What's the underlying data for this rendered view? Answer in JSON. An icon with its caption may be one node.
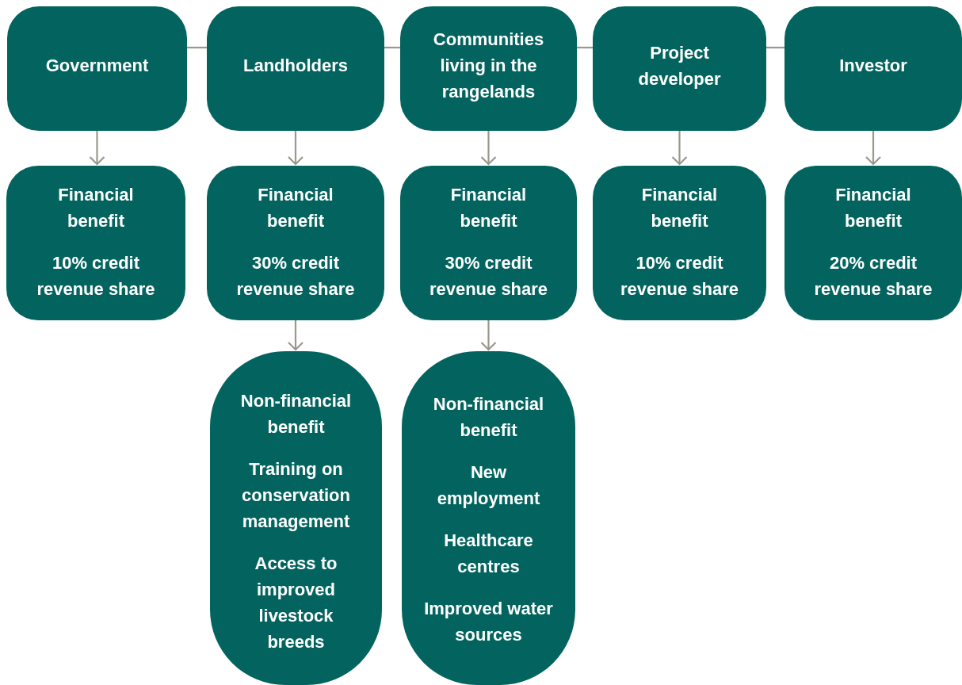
{
  "diagram": {
    "nodes": [
      {
        "text": [
          "Government"
        ]
      },
      {
        "text": [
          "Landholders"
        ]
      },
      {
        "text": [
          "Communities living in the rangelands"
        ]
      },
      {
        "text": [
          "Project developer"
        ]
      },
      {
        "text": [
          "Investor"
        ]
      },
      {
        "text": [
          "Financial benefit",
          "10% credit revenue share"
        ]
      },
      {
        "text": [
          "Financial benefit",
          "30% credit revenue share"
        ]
      },
      {
        "text": [
          "Financial benefit",
          "30% credit revenue share"
        ]
      },
      {
        "text": [
          "Financial benefit",
          "10% credit revenue share"
        ]
      },
      {
        "text": [
          "Financial benefit",
          "20% credit revenue share"
        ]
      },
      {
        "text": [
          "Non-financial benefit",
          "Training on conservation management",
          "Access to improved livestock breeds"
        ]
      },
      {
        "text": [
          "Non-financial benefit",
          "New employment",
          "Healthcare centres",
          "Improved water sources"
        ]
      }
    ],
    "edges": [
      {
        "from": 0,
        "to": 1,
        "arrow": "none"
      },
      {
        "from": 1,
        "to": 2,
        "arrow": "none"
      },
      {
        "from": 2,
        "to": 3,
        "arrow": "none"
      },
      {
        "from": 3,
        "to": 4,
        "arrow": "none"
      },
      {
        "from": 0,
        "to": 5,
        "arrow": "to"
      },
      {
        "from": 1,
        "to": 6,
        "arrow": "to"
      },
      {
        "from": 2,
        "to": 7,
        "arrow": "to"
      },
      {
        "from": 3,
        "to": 8,
        "arrow": "to"
      },
      {
        "from": 4,
        "to": 9,
        "arrow": "to"
      },
      {
        "from": 6,
        "to": 10,
        "arrow": "to"
      },
      {
        "from": 7,
        "to": 11,
        "arrow": "to"
      }
    ]
  }
}
